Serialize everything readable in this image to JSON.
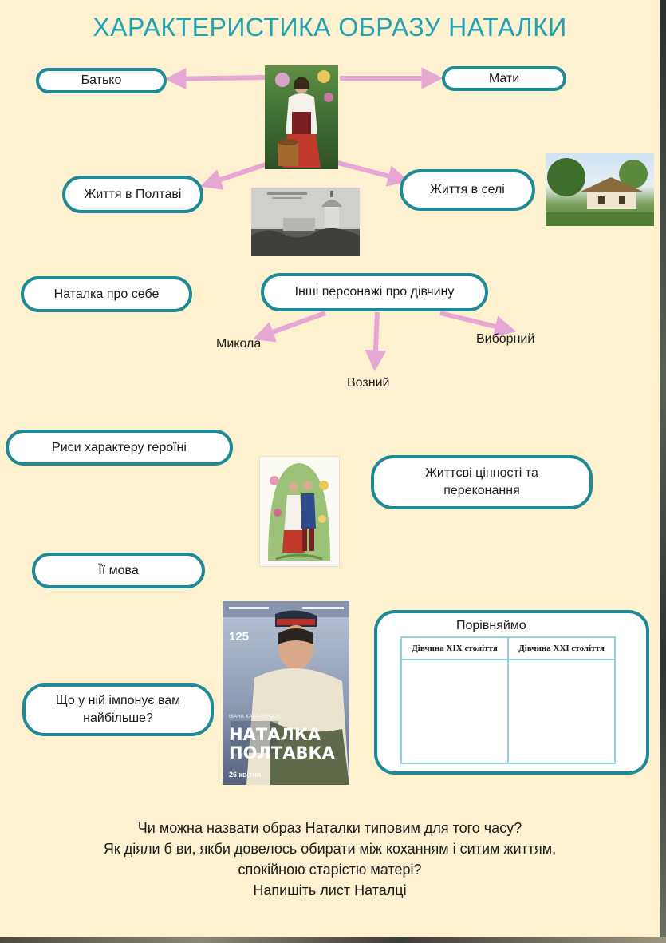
{
  "title": "ХАРАКТЕРИСТИКА ОБРАЗУ НАТАЛКИ",
  "colors": {
    "accent": "#22a3b3",
    "border": "#1f8a97",
    "arrow": "#e7a7d4",
    "background": "#fdf1cf"
  },
  "nodes": {
    "father": "Батько",
    "mother": "Мати",
    "poltava_life": "Життя в Полтаві",
    "village_life": "Життя в селі",
    "self": "Наталка про себе",
    "others": "Інші персонажі про дівчину",
    "traits": "Риси характеру героїні",
    "values": "Життєві цінності та переконання",
    "speech": "Її мова",
    "appeal": "Що у ній імпонує вам найбільше?"
  },
  "characters": {
    "mykola": "Микола",
    "voznyi": "Возний",
    "vybornyi": "Виборний"
  },
  "compare": {
    "label": "Порівняймо",
    "columns": [
      "Дівчина XIX століття",
      "Дівчина XXI століття"
    ]
  },
  "poster": {
    "number": "125",
    "director": "ІВАНА КАВАЛЕРІДЗЕ",
    "film_title": [
      "НАТАЛКА",
      "ПОЛТАВКА"
    ],
    "date": "26 квітня"
  },
  "questions": [
    "Чи можна назвати образ Наталки типовим для того часу?",
    "Як діяли б ви, якби довелось обирати між коханням і ситим життям,",
    "спокійною старістю матері?",
    "Напишіть лист Наталці"
  ]
}
